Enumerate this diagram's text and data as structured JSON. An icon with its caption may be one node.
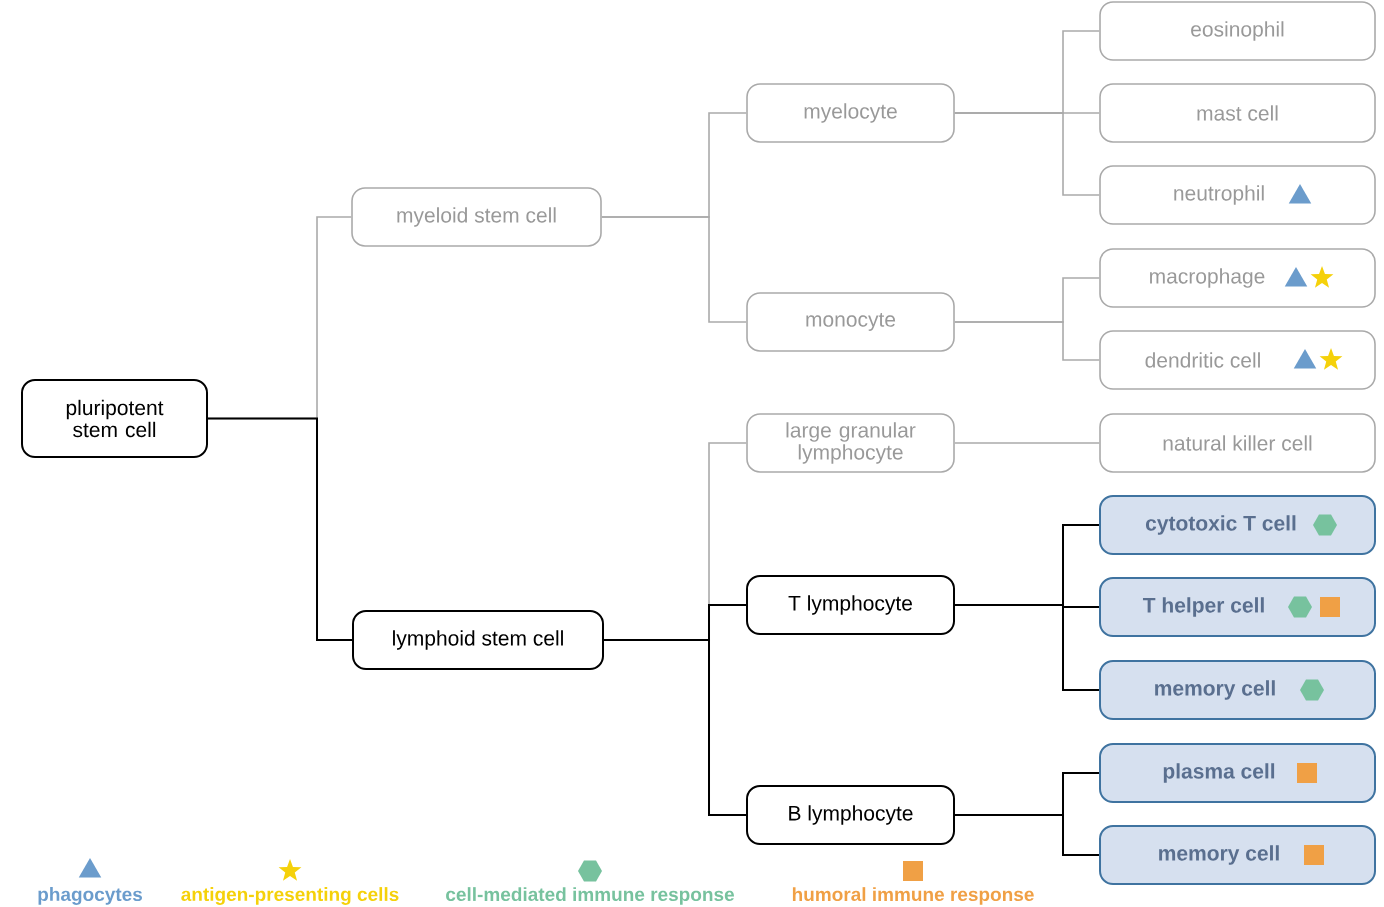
{
  "diagram": {
    "nodes": [
      {
        "text": [
          "pluripotent stem cell"
        ]
      },
      {
        "text": [
          "myeloid stem cell"
        ]
      },
      {
        "text": [
          "lymphoid stem cell"
        ]
      },
      {
        "text": [
          "myelocyte"
        ]
      },
      {
        "text": [
          "monocyte"
        ]
      },
      {
        "text": [
          "large granular lymphocyte"
        ]
      },
      {
        "text": [
          "T lymphocyte"
        ]
      },
      {
        "text": [
          "B lymphocyte"
        ]
      },
      {
        "text": [
          "eosinophil"
        ]
      },
      {
        "text": [
          "mast cell"
        ]
      },
      {
        "text": [
          "neutrophil"
        ]
      },
      {
        "text": [
          "macrophage"
        ]
      },
      {
        "text": [
          "dendritic cell"
        ]
      },
      {
        "text": [
          "natural killer cell"
        ]
      },
      {
        "text": [
          "cytotoxic T cell"
        ]
      },
      {
        "text": [
          "T helper cell"
        ]
      },
      {
        "text": [
          "memory cell"
        ]
      },
      {
        "text": [
          "plasma cell"
        ]
      },
      {
        "text": [
          "memory cell"
        ]
      }
    ],
    "edges": [
      {
        "from": 0,
        "to": 1,
        "arrow": "none"
      },
      {
        "from": 0,
        "to": 2,
        "arrow": "none",
        "color": "#000000"
      },
      {
        "from": 1,
        "to": 3,
        "arrow": "none"
      },
      {
        "from": 1,
        "to": 4,
        "arrow": "none"
      },
      {
        "from": 2,
        "to": 5,
        "arrow": "none"
      },
      {
        "from": 2,
        "to": 6,
        "arrow": "none",
        "color": "#000000"
      },
      {
        "from": 2,
        "to": 7,
        "arrow": "none",
        "color": "#000000"
      },
      {
        "from": 3,
        "to": 8,
        "arrow": "none"
      },
      {
        "from": 3,
        "to": 9,
        "arrow": "none"
      },
      {
        "from": 3,
        "to": 10,
        "arrow": "none"
      },
      {
        "from": 4,
        "to": 11,
        "arrow": "none"
      },
      {
        "from": 4,
        "to": 12,
        "arrow": "none"
      },
      {
        "from": 5,
        "to": 13,
        "arrow": "none"
      },
      {
        "from": 6,
        "to": 14,
        "arrow": "none",
        "color": "#000000"
      },
      {
        "from": 6,
        "to": 15,
        "arrow": "none",
        "color": "#000000"
      },
      {
        "from": 6,
        "to": 16,
        "arrow": "none",
        "color": "#000000"
      },
      {
        "from": 7,
        "to": 17,
        "arrow": "none",
        "color": "#000000"
      },
      {
        "from": 7,
        "to": 18,
        "arrow": "none",
        "color": "#000000"
      }
    ],
    "legend": [
      {
        "text": "phagocytes",
        "color": "#6b9ccc"
      },
      {
        "text": "antigen-presenting cells",
        "color": "#f5d10a"
      },
      {
        "text": "cell-mediated immune response",
        "color": "#77c29e"
      },
      {
        "text": "humoral immune response",
        "color": "#f0a045"
      }
    ]
  }
}
